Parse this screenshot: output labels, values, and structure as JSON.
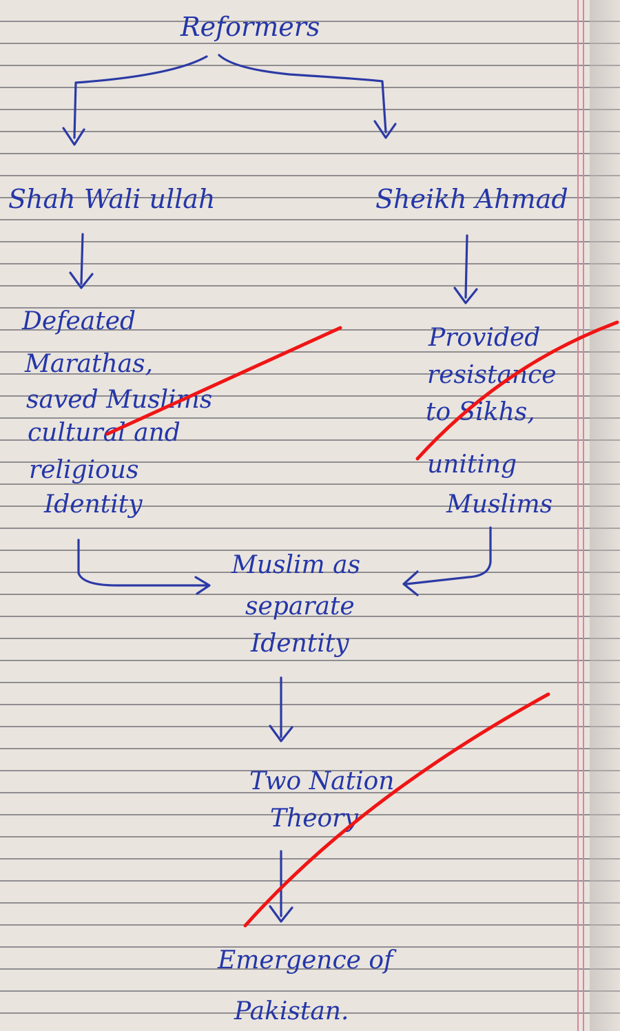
{
  "colors": {
    "paper": "#e9e4de",
    "ruling": "#4a4a55",
    "margin": "#d9849a",
    "ink": "#2436a8",
    "strike": "#f01515"
  },
  "nodes": {
    "root": "Reformers",
    "left_name": "Shah Wali ullah",
    "right_name": "Sheikh Ahmad",
    "left_desc": [
      "Defeated",
      "Marathas,",
      "saved Muslims",
      "cultural and",
      "religious",
      "Identity"
    ],
    "right_desc": [
      "Provided",
      "resistance",
      "to Sikhs,",
      "uniting",
      "Muslims"
    ],
    "merge": [
      "Muslim as",
      "separate",
      "Identity"
    ],
    "theory": [
      "Two Nation",
      "Theory"
    ],
    "result": [
      "Emergence of",
      "Pakistan."
    ]
  }
}
